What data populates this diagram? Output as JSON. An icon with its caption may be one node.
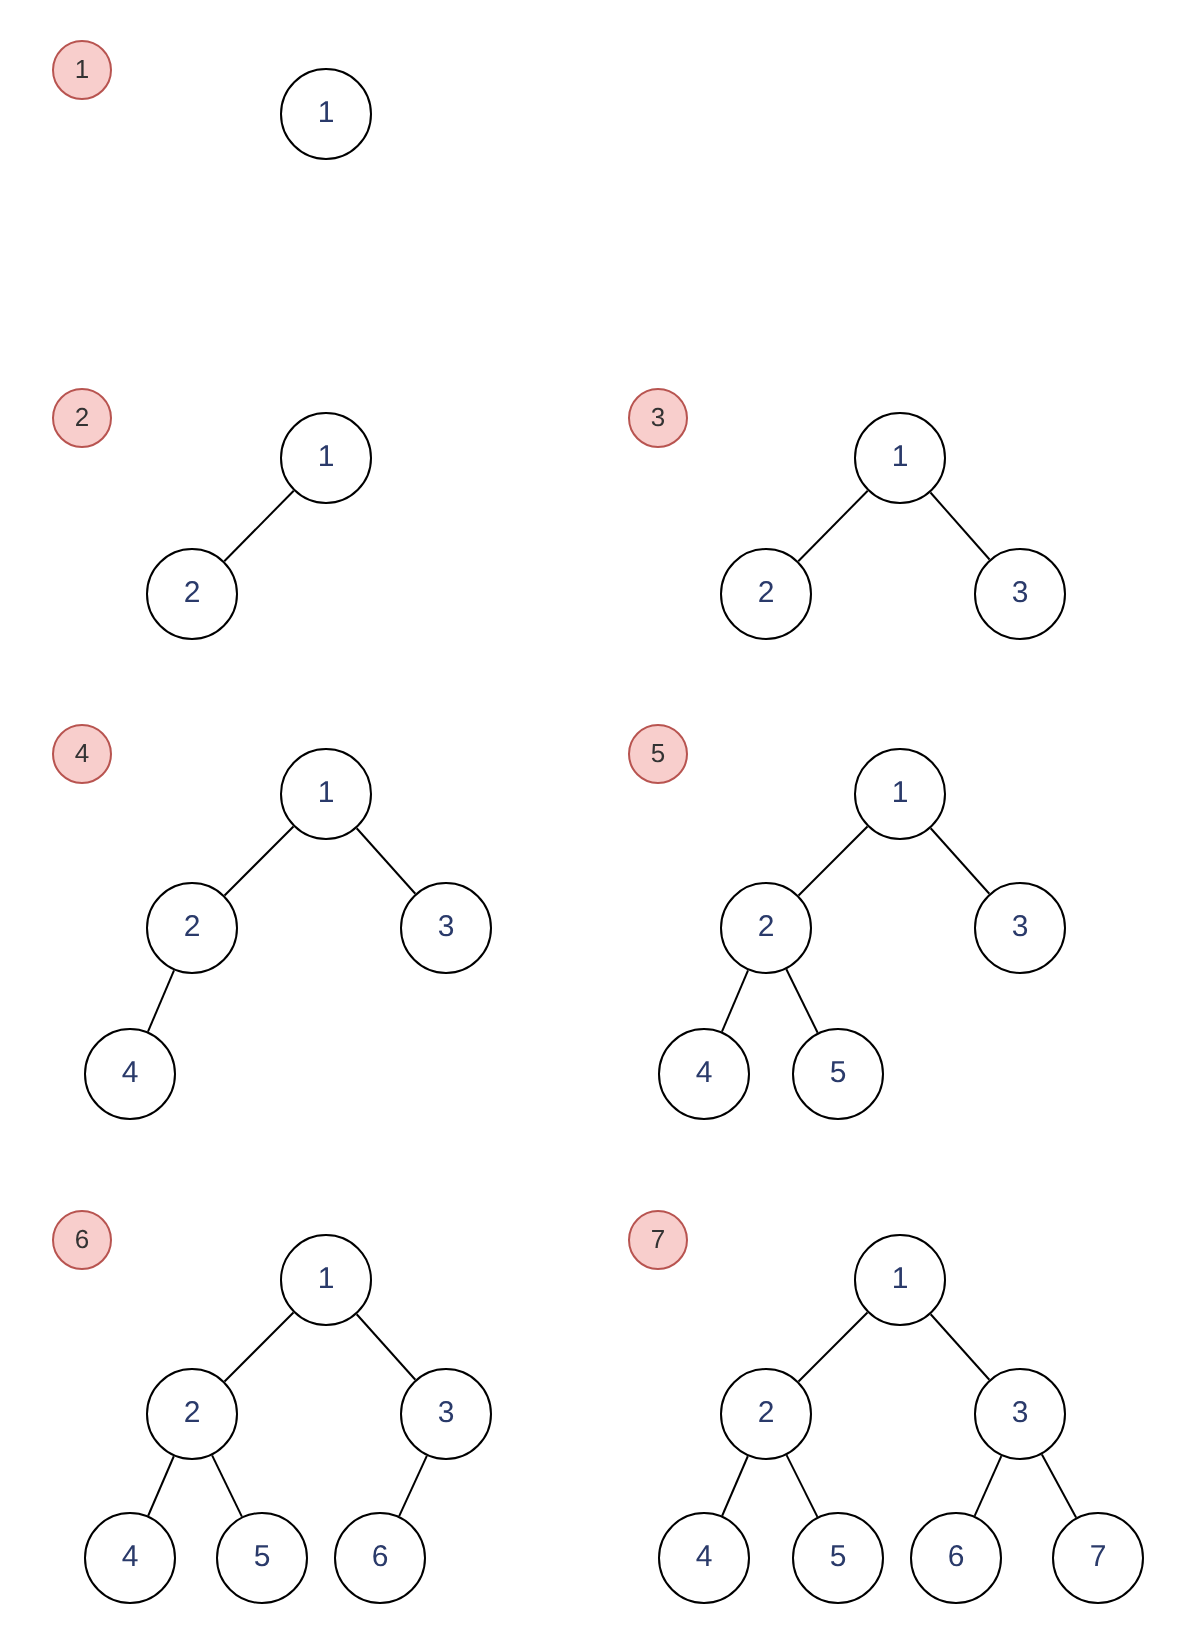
{
  "diagram": {
    "nodes": [
      {
        "text": [
          "1"
        ]
      },
      {
        "text": [
          "1"
        ]
      },
      {
        "text": [
          "2"
        ]
      },
      {
        "text": [
          "1"
        ]
      },
      {
        "text": [
          "2"
        ]
      },
      {
        "text": [
          "3"
        ]
      },
      {
        "text": [
          "1"
        ]
      },
      {
        "text": [
          "2"
        ]
      },
      {
        "text": [
          "3"
        ]
      },
      {
        "text": [
          "4"
        ]
      },
      {
        "text": [
          "1"
        ]
      },
      {
        "text": [
          "2"
        ]
      },
      {
        "text": [
          "3"
        ]
      },
      {
        "text": [
          "4"
        ]
      },
      {
        "text": [
          "5"
        ]
      },
      {
        "text": [
          "1"
        ]
      },
      {
        "text": [
          "2"
        ]
      },
      {
        "text": [
          "3"
        ]
      },
      {
        "text": [
          "4"
        ]
      },
      {
        "text": [
          "5"
        ]
      },
      {
        "text": [
          "6"
        ]
      },
      {
        "text": [
          "1"
        ]
      },
      {
        "text": [
          "2"
        ]
      },
      {
        "text": [
          "3"
        ]
      },
      {
        "text": [
          "4"
        ]
      },
      {
        "text": [
          "5"
        ]
      },
      {
        "text": [
          "6"
        ]
      },
      {
        "text": [
          "7"
        ]
      },
      {
        "text": [
          "1"
        ]
      },
      {
        "text": [
          "2"
        ]
      },
      {
        "text": [
          "3"
        ]
      },
      {
        "text": [
          "4"
        ]
      },
      {
        "text": [
          "5"
        ]
      },
      {
        "text": [
          "6"
        ]
      },
      {
        "text": [
          "7"
        ]
      }
    ],
    "edges": [
      {
        "from": 3,
        "to": 4,
        "arrow": "none"
      },
      {
        "from": 6,
        "to": 7,
        "arrow": "none"
      },
      {
        "from": 6,
        "to": 8,
        "arrow": "none"
      },
      {
        "from": 10,
        "to": 11,
        "arrow": "none"
      },
      {
        "from": 10,
        "to": 12,
        "arrow": "none"
      },
      {
        "from": 11,
        "to": 13,
        "arrow": "none"
      },
      {
        "from": 15,
        "to": 16,
        "arrow": "none"
      },
      {
        "from": 15,
        "to": 17,
        "arrow": "none"
      },
      {
        "from": 16,
        "to": 18,
        "arrow": "none"
      },
      {
        "from": 16,
        "to": 19,
        "arrow": "none"
      },
      {
        "from": 21,
        "to": 22,
        "arrow": "none"
      },
      {
        "from": 21,
        "to": 23,
        "arrow": "none"
      },
      {
        "from": 22,
        "to": 24,
        "arrow": "none"
      },
      {
        "from": 22,
        "to": 25,
        "arrow": "none"
      },
      {
        "from": 23,
        "to": 26,
        "arrow": "none"
      },
      {
        "from": 28,
        "to": 29,
        "arrow": "none"
      },
      {
        "from": 28,
        "to": 30,
        "arrow": "none"
      },
      {
        "from": 29,
        "to": 31,
        "arrow": "none"
      },
      {
        "from": 29,
        "to": 32,
        "arrow": "none"
      },
      {
        "from": 30,
        "to": 33,
        "arrow": "none"
      },
      {
        "from": 30,
        "to": 34,
        "arrow": "none"
      }
    ]
  }
}
